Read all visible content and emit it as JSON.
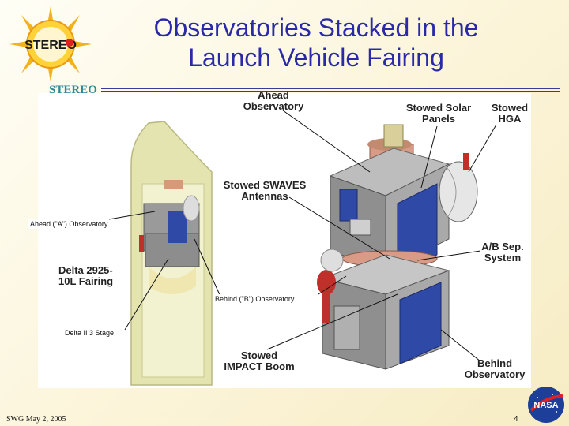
{
  "logo": {
    "text": "STEREO"
  },
  "title": {
    "line1": "Observatories Stacked in the",
    "line2": "Launch Vehicle Fairing"
  },
  "brand": "STEREO",
  "labels": {
    "ahead_observatory": "Ahead Observatory",
    "stowed_solar_panels": "Stowed Solar Panels",
    "stowed_hga": "Stowed HGA",
    "stowed_swaves": "Stowed SWAVES Antennas",
    "ahead_a": "Ahead (\"A\") Observatory",
    "ab_sep": "A/B Sep. System",
    "delta_fairing": "Delta 2925-10L Fairing",
    "behind_b": "Behind (\"B\") Observatory",
    "delta_stage": "Delta II 3 Stage",
    "stowed_impact": "Stowed IMPACT Boom",
    "behind_observatory": "Behind Observatory"
  },
  "footer": {
    "date": "SWG May 2, 2005",
    "page": "4"
  },
  "nasa": {
    "text": "NASA"
  },
  "colors": {
    "title": "#2a2aa8",
    "brand": "#2a8a9a",
    "fairing": "#e4e4b0",
    "panel_blue": "#2f49a6"
  }
}
